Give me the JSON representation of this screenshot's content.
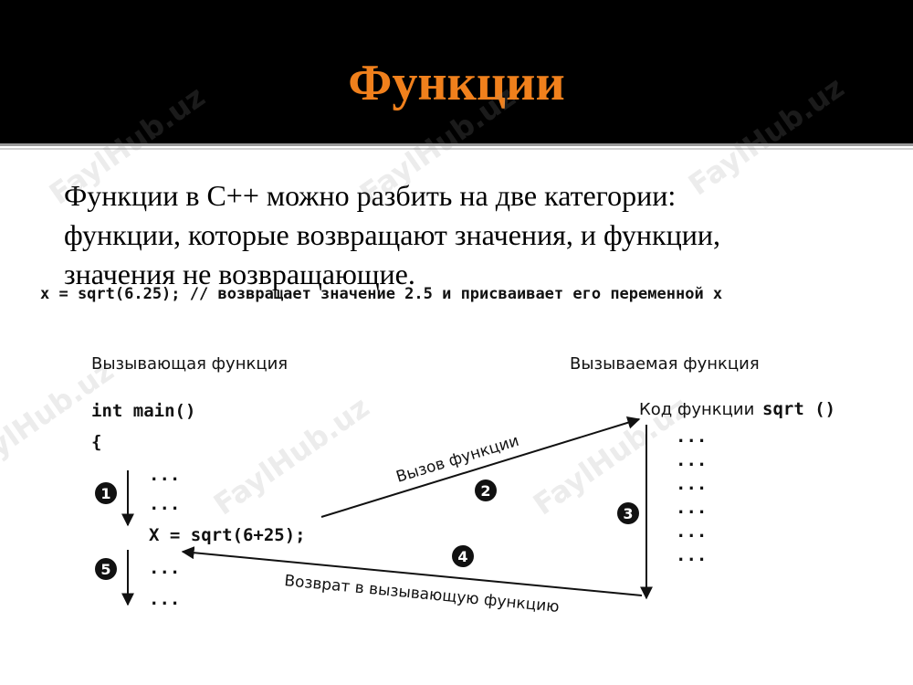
{
  "slide": {
    "title": "Функции",
    "intro_lines": [
      "Функции в С++ можно разбить на две категории:",
      "функции, которые возвращают значения, и функции,",
      "значения не возвращающие."
    ],
    "code_example": "x = sqrt(6.25); // возвращает значение 2.5 и присваивает его переменной x",
    "watermark": "FaylHub.uz",
    "colors": {
      "title": "#f0801c",
      "header_band": "#000000",
      "text": "#000000"
    }
  },
  "diagram": {
    "caller_heading": "Вызывающая функция",
    "callee_heading": "Вызываемая функция",
    "caller_code": [
      "int main()",
      "{",
      "...",
      "...",
      "X = sqrt(6+25);",
      "...",
      "..."
    ],
    "callee_header_label": "Код функции",
    "callee_header_code": "sqrt ()",
    "callee_dots": [
      "...",
      "...",
      "...",
      "...",
      "...",
      "..."
    ],
    "call_label": "Вызов функции",
    "return_label": "Возврат в вызывающую функцию",
    "step_markers": [
      "1",
      "2",
      "3",
      "4",
      "5"
    ]
  }
}
